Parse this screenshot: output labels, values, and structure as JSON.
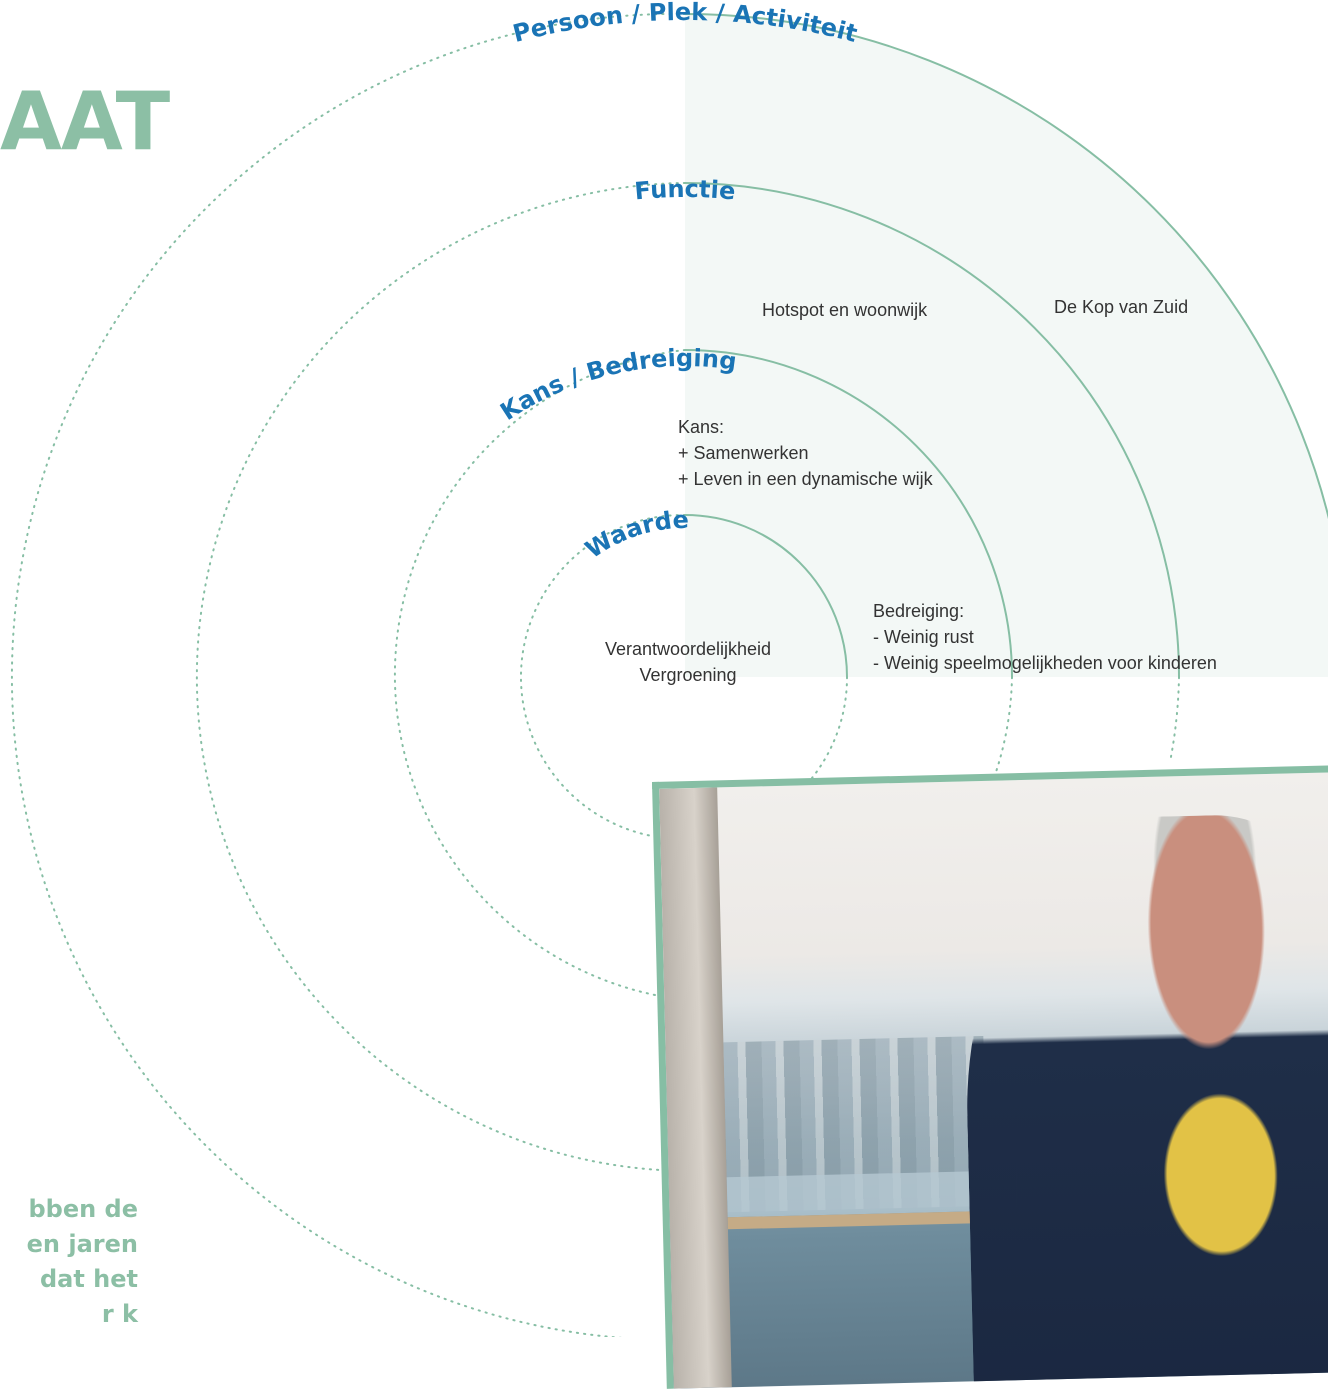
{
  "header": {
    "title": "AAT"
  },
  "diagram": {
    "rings": {
      "persoon": "Persoon / Plek / Activiteit",
      "functie": "Functie",
      "kans": "Kans / Bedreiging",
      "waarde": "Waarde"
    },
    "persoon_text": "De Kop van Zuid",
    "functie_text": "Hotspot en woonwijk",
    "kans": {
      "title": "Kans:",
      "items": [
        "+ Samenwerken",
        "+ Leven in een dynamische wijk"
      ]
    },
    "bedreiging": {
      "title": "Bedreiging:",
      "items": [
        "- Weinig rust",
        "- Weinig speelmogelijkheden voor kinderen"
      ]
    },
    "waarde_text": [
      "Verantwoordelijkheid",
      "Vergroening"
    ]
  },
  "quote": {
    "lines": [
      "bben de",
      "en jaren",
      "dat het",
      "r k"
    ]
  },
  "colors": {
    "accent_green": "#8cbfa5",
    "ring_line": "#86bea4",
    "fill": "#f3f8f6",
    "label_blue": "#1a74b5"
  }
}
